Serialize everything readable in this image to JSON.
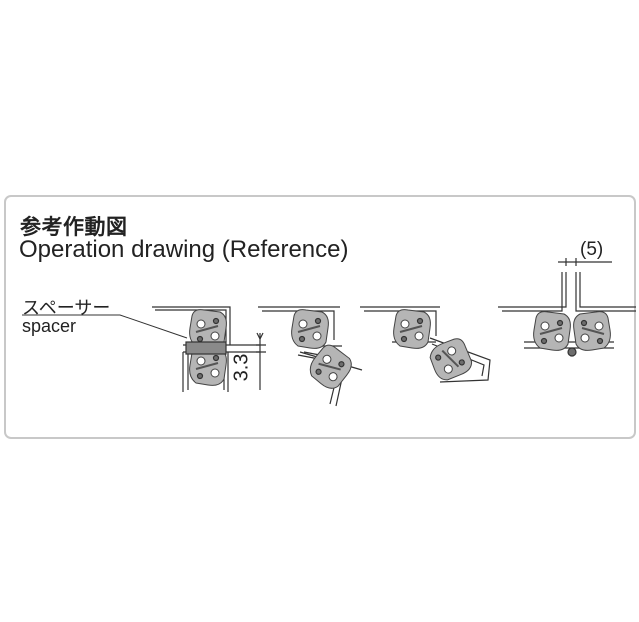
{
  "title_jp": "参考作動図",
  "title_en": "Operation drawing (Reference)",
  "labels": {
    "spacer_jp": "スペーサー",
    "spacer_en": "spacer",
    "dim_spacing": "3.3",
    "dim_gap": "(5)"
  },
  "colors": {
    "panel_border": "#c8c8c8",
    "line": "#333333",
    "hinge_fill": "#b5b5b5",
    "hinge_dark": "#6d6d6d"
  }
}
